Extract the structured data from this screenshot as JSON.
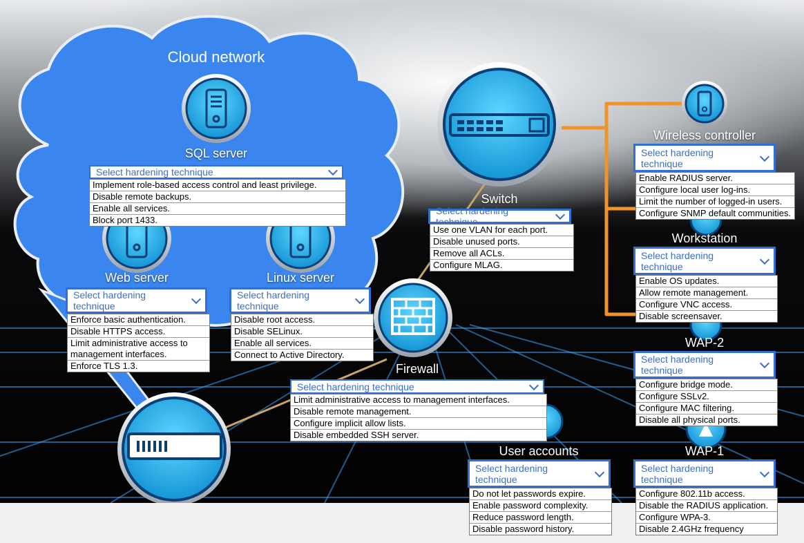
{
  "cloud": {
    "title": "Cloud network"
  },
  "placeholder": "Select hardening technique",
  "icons": {
    "sql": "server-icon",
    "web": "server-icon",
    "linux": "server-icon",
    "switch": "switch-icon",
    "firewall": "firewall-icon",
    "router": "router-icon",
    "wireless_controller": "server-icon",
    "workstation": "workstation-icon",
    "wap2": "wap-icon",
    "wap1": "wap-icon",
    "user_accounts": "users-icon"
  },
  "colors": {
    "accent": "#2f6fd6",
    "cloud": "#3a86ee",
    "link": "#f0932b",
    "icon": "#2bb8ee"
  },
  "nodes": {
    "sql": {
      "label": "SQL server",
      "options": [
        "Implement role-based access control and least privilege.",
        "Disable remote backups.",
        "Enable all services.",
        "Block port 1433."
      ]
    },
    "web": {
      "label": "Web server",
      "options": [
        "Enforce basic authentication.",
        "Disable HTTPS access.",
        "Limit administrative access to management interfaces.",
        "Enforce TLS 1.3."
      ]
    },
    "linux": {
      "label": "Linux server",
      "options": [
        "Disable root access.",
        "Disable SELinux.",
        "Enable all services.",
        "Connect to Active Directory."
      ]
    },
    "switch": {
      "label": "Switch",
      "options": [
        "Use one VLAN for each port.",
        "Disable unused ports.",
        "Remove all ACLs.",
        "Configure MLAG."
      ]
    },
    "firewall": {
      "label": "Firewall",
      "options": [
        "Limit administrative access to management interfaces.",
        "Disable remote management.",
        "Configure implicit allow lists.",
        "Disable embedded SSH server."
      ]
    },
    "wireless_controller": {
      "label": "Wireless controller",
      "options": [
        "Enable RADIUS server.",
        "Configure local user log-ins.",
        "Limit the number of logged-in users.",
        "Configure SNMP default communities."
      ]
    },
    "workstation": {
      "label": "Workstation",
      "options": [
        "Enable OS updates.",
        "Allow remote management.",
        "Configure VNC access.",
        "Disable screensaver."
      ]
    },
    "wap2": {
      "label": "WAP-2",
      "options": [
        "Configure bridge mode.",
        "Configure SSLv2.",
        "Configure MAC filtering.",
        "Disable all physical ports."
      ]
    },
    "user_accounts": {
      "label": "User accounts",
      "options": [
        "Do not let passwords expire.",
        "Enable password complexity.",
        "Reduce password length.",
        "Disable password history."
      ]
    },
    "wap1": {
      "label": "WAP-1",
      "options": [
        "Configure 802.11b access.",
        "Disable the RADIUS application.",
        "Configure WPA-3.",
        "Disable 2.4GHz frequency"
      ]
    }
  }
}
